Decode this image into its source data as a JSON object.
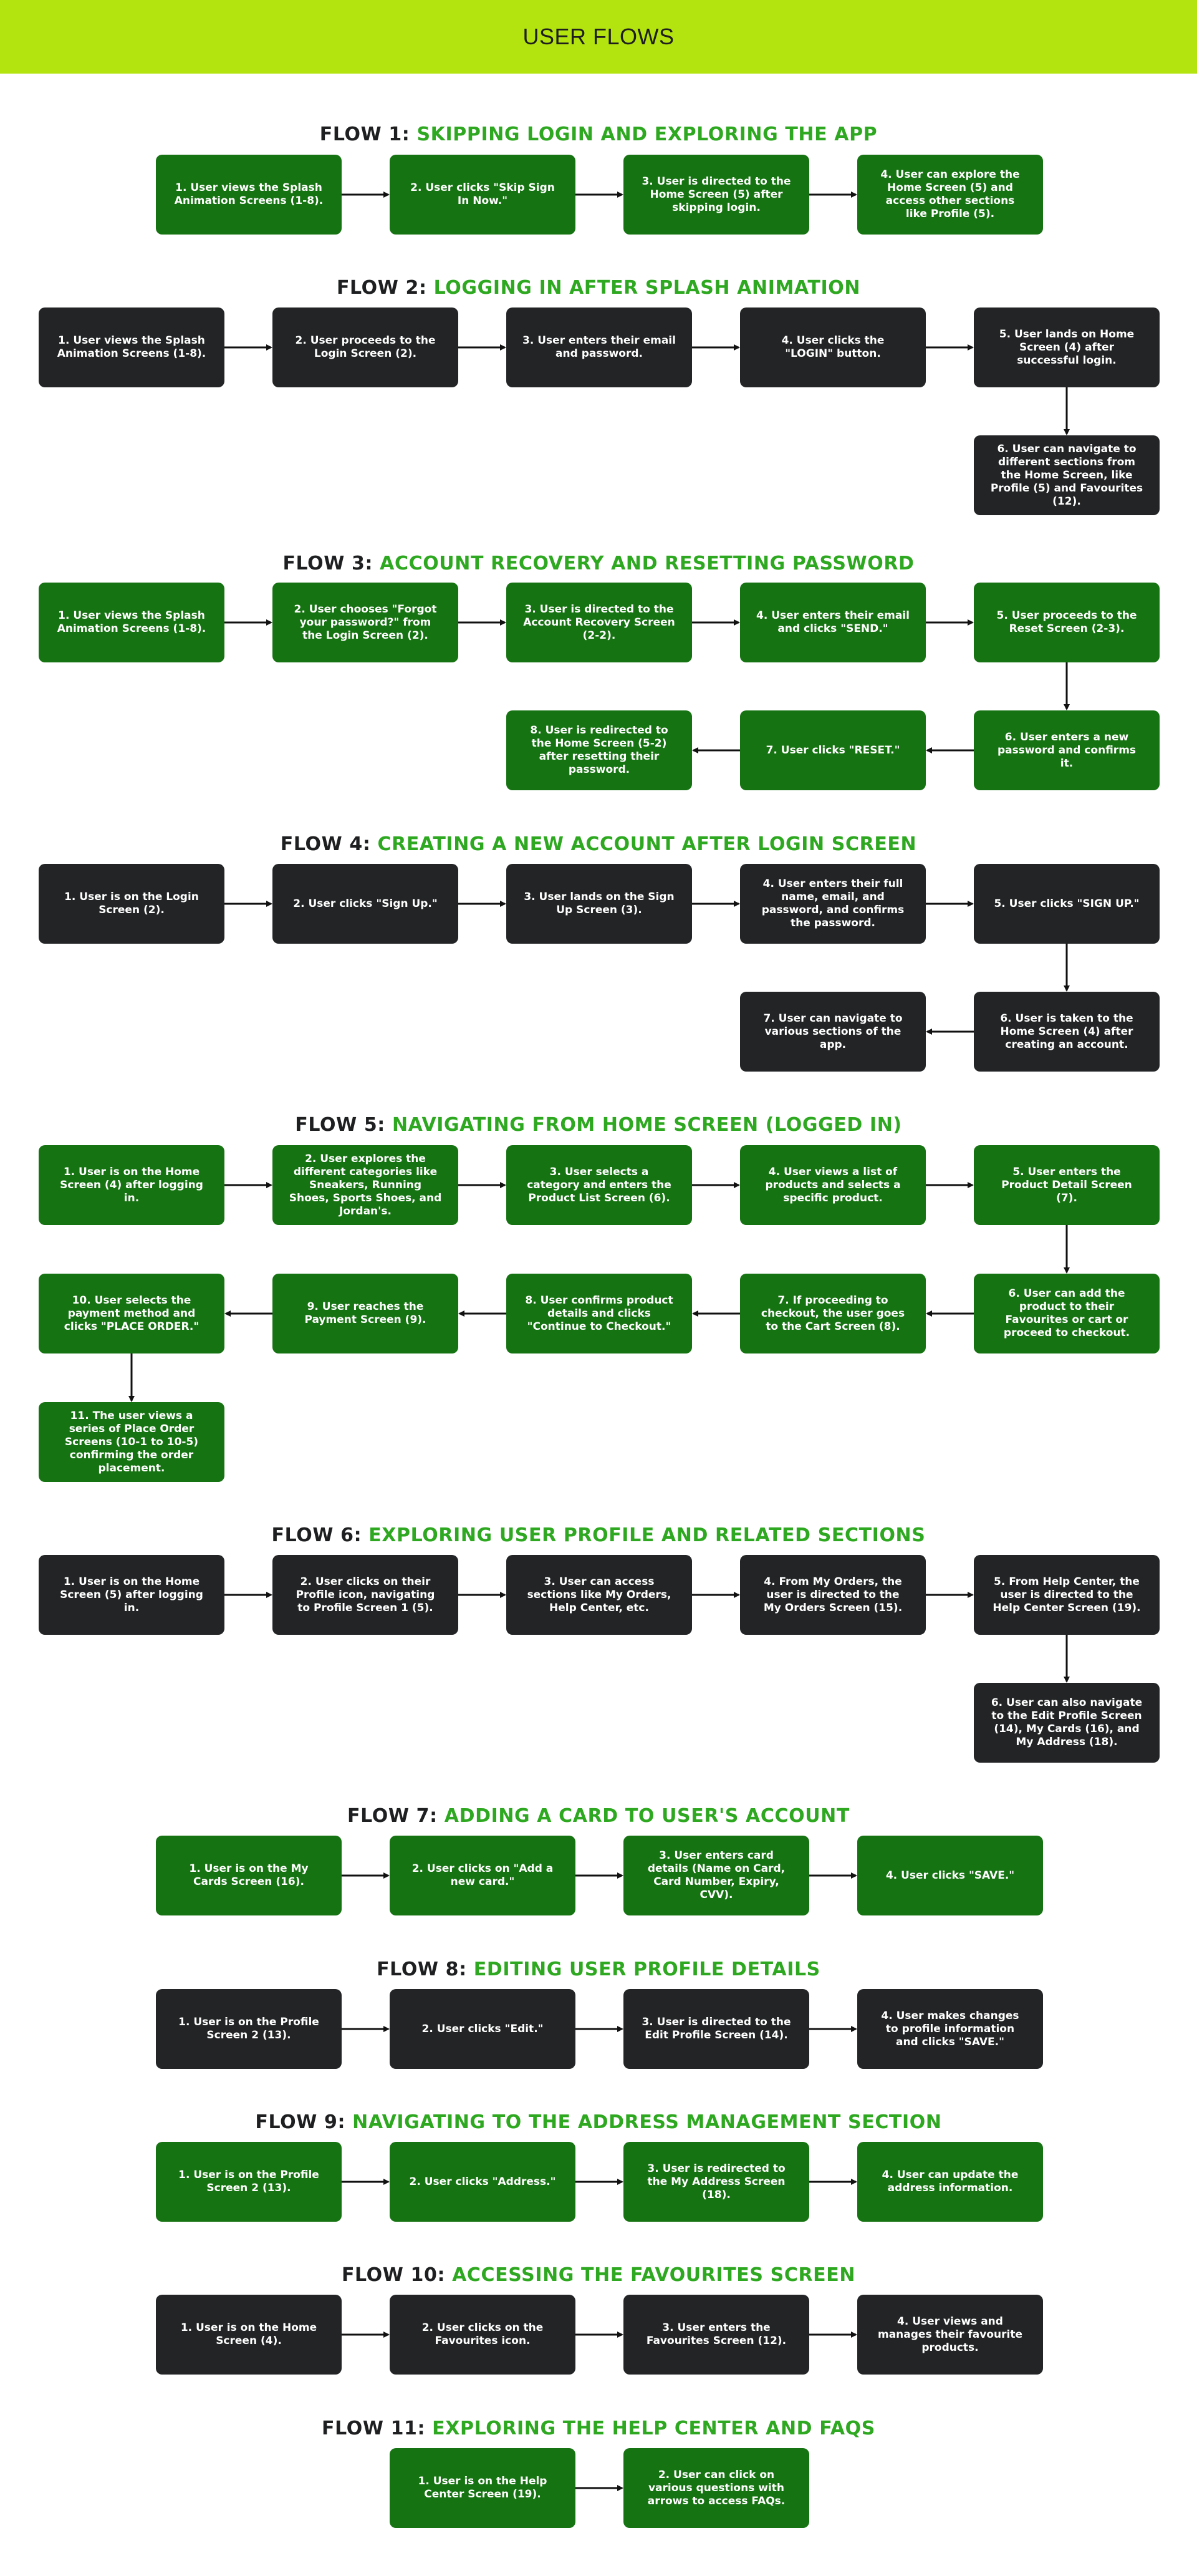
{
  "banner": {
    "title": "USER FLOWS"
  },
  "colors": {
    "banner": "#b3e410",
    "accent_text": "#2ea820",
    "green_box": "#167312",
    "dark_box": "#222425",
    "arrow": "#111111"
  },
  "flows": [
    {
      "prefix": "FLOW 1:",
      "name": "SKIPPING LOGIN AND EXPLORING THE APP",
      "color": "green",
      "steps": [
        "1. User views the Splash Animation Screens (1-8).",
        "2. User clicks \"Skip Sign In Now.\"",
        "3. User is directed to the Home Screen (5) after skipping login.",
        "4. User can explore the Home Screen (5) and access other sections like Profile (5)."
      ]
    },
    {
      "prefix": "FLOW 2:",
      "name": "LOGGING IN AFTER SPLASH ANIMATION",
      "color": "dark",
      "steps": [
        "1. User views the Splash Animation Screens (1-8).",
        "2. User proceeds to the Login Screen (2).",
        "3. User enters their email and password.",
        "4. User clicks the \"LOGIN\" button.",
        "5. User lands on Home Screen (4) after successful login.",
        "6. User can navigate to different sections from the Home Screen, like Profile (5) and Favourites (12)."
      ]
    },
    {
      "prefix": "FLOW 3:",
      "name": "ACCOUNT RECOVERY AND RESETTING PASSWORD",
      "color": "green",
      "steps": [
        "1. User views the Splash Animation Screens (1-8).",
        "2. User chooses \"Forgot your password?\" from the Login Screen (2).",
        "3. User is directed to the Account Recovery Screen (2-2).",
        "4. User enters their email and clicks \"SEND.\"",
        "5. User proceeds to the Reset Screen (2-3).",
        "6. User enters a new password and confirms it.",
        "7. User clicks \"RESET.\"",
        "8. User is redirected to the Home Screen (5-2) after resetting their password."
      ]
    },
    {
      "prefix": "FLOW 4:",
      "name": "CREATING A NEW ACCOUNT AFTER LOGIN SCREEN",
      "color": "dark",
      "steps": [
        "1. User is on the Login Screen (2).",
        "2. User clicks \"Sign Up.\"",
        "3. User lands on the Sign Up Screen (3).",
        "4. User enters their full name, email, and password, and confirms the password.",
        "5. User clicks \"SIGN UP.\"",
        "6. User is taken to the Home Screen (4) after creating an account.",
        "7. User can navigate to various sections of the app."
      ]
    },
    {
      "prefix": "FLOW 5:",
      "name": "NAVIGATING FROM HOME SCREEN (LOGGED IN)",
      "color": "green",
      "steps": [
        "1. User is on the Home Screen (4) after logging in.",
        "2. User explores the different categories like Sneakers, Running Shoes, Sports Shoes, and Jordan's.",
        "3. User selects a category and enters the Product List Screen (6).",
        "4. User views a list of products and selects a specific product.",
        "5. User enters the Product Detail Screen (7).",
        "6. User can add the product to their Favourites or cart or proceed to checkout.",
        "7. If proceeding to checkout, the user goes to the Cart Screen (8).",
        "8. User confirms product details and clicks \"Continue to Checkout.\"",
        "9. User reaches the Payment Screen (9).",
        "10. User selects the payment method and clicks \"PLACE ORDER.\"",
        "11. The user views a series of Place Order Screens (10-1 to 10-5) confirming the order placement."
      ]
    },
    {
      "prefix": "FLOW 6:",
      "name": "EXPLORING USER PROFILE AND RELATED SECTIONS",
      "color": "dark",
      "steps": [
        "1. User is on the Home Screen (5) after logging in.",
        "2. User clicks on their Profile icon, navigating to Profile Screen 1 (5).",
        "3. User can access sections like My Orders, Help Center, etc.",
        "4. From My Orders, the user is directed to the My Orders Screen (15).",
        "5. From Help Center, the user is directed to the Help Center Screen (19).",
        "6. User can also navigate to the Edit Profile Screen (14), My Cards (16), and My Address (18)."
      ]
    },
    {
      "prefix": "FLOW 7:",
      "name": "ADDING A CARD TO USER'S ACCOUNT",
      "color": "green",
      "steps": [
        "1. User is on the My Cards Screen (16).",
        "2. User clicks on \"Add a new card.\"",
        "3. User enters card details (Name on Card, Card Number, Expiry, CVV).",
        "4. User clicks \"SAVE.\""
      ]
    },
    {
      "prefix": "FLOW 8:",
      "name": "EDITING USER PROFILE DETAILS",
      "color": "dark",
      "steps": [
        "1. User is on the Profile Screen 2 (13).",
        "2. User clicks \"Edit.\"",
        "3. User is directed to the Edit Profile Screen (14).",
        "4. User makes changes to profile information and clicks \"SAVE.\""
      ]
    },
    {
      "prefix": "FLOW 9:",
      "name": "NAVIGATING TO THE ADDRESS MANAGEMENT SECTION",
      "color": "green",
      "steps": [
        "1. User is on the Profile Screen 2 (13).",
        "2. User clicks \"Address.\"",
        "3. User is redirected to the My Address Screen (18).",
        "4. User can update the address information."
      ]
    },
    {
      "prefix": "FLOW 10:",
      "name": "ACCESSING THE FAVOURITES SCREEN",
      "color": "dark",
      "steps": [
        "1. User is on the Home Screen (4).",
        "2. User clicks on the Favourites icon.",
        "3. User enters the Favourites Screen (12).",
        "4. User views and manages their favourite products."
      ]
    },
    {
      "prefix": "FLOW 11:",
      "name": "EXPLORING THE HELP CENTER AND FAQS",
      "color": "green",
      "steps": [
        "1. User is on the Help Center Screen (19).",
        "2. User can click on various questions with arrows to access FAQs."
      ]
    }
  ]
}
